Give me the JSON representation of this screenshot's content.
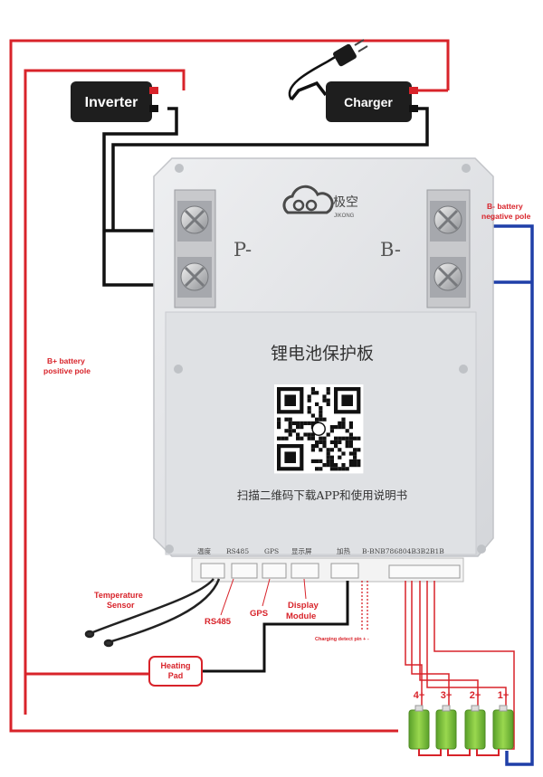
{
  "boxes": {
    "inverter": "Inverter",
    "charger": "Charger",
    "heating_pad_line1": "Heating",
    "heating_pad_line2": "Pad"
  },
  "terminals": {
    "p_minus": "P-",
    "b_minus": "B-"
  },
  "labels": {
    "b_neg_line1": "B- battery",
    "b_neg_line2": "negative pole",
    "b_pos_line1": "B+ battery",
    "b_pos_line2": "positive pole",
    "temp_line1": "Temperature",
    "temp_line2": "Sensor",
    "rs485": "RS485",
    "gps": "GPS",
    "display_line1": "Display",
    "display_line2": "Module",
    "charging_detect": "Charging detect pin + -"
  },
  "board": {
    "brand_cn": "极空",
    "brand_en": "JIKONG",
    "title_cn": "锂电池保护板",
    "scan_text": "扫描二维码下载APP和使用说明书",
    "port_labels": [
      "温度",
      "RS485",
      "GPS",
      "显示屏",
      "加热"
    ],
    "serial": "B-BNB786804B3B2B1B"
  },
  "cells": [
    "4+",
    "3+",
    "2+",
    "1+"
  ],
  "colors": {
    "positive_wire": "#d8232a",
    "negative_wire": "#1f3fa8",
    "signal_wire": "#111111",
    "label_red": "#d8232a",
    "board_gray": "#e3e4e6",
    "cell_green": "#7cc23a"
  }
}
